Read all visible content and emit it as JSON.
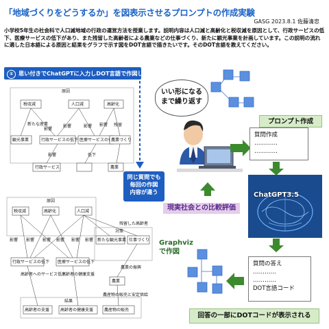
{
  "title": "「地域づくりをどうするか」を図表示させるプロンプトの作成実験",
  "author": "GASG  2023.8.1  佐藤清忠",
  "description": "小学校5年生の社会科で人口減地域の行政の運営方法を授業します。説明内容は人口減と高齢化と税収減を原因として、行政サービスの低下、医療サービスの低下があり、また残留した高齢者による農業などの仕事づくり、新たに観光事業を計画しています。この説明の流れに適した日本語による原因と結果をグラフで示す図をDOT言語で描きたいです。そのDOT言語を教えてください。",
  "example_label": "思い付きでChatGPTに入力しDOT言語で作図した例",
  "example_number": "①",
  "note_bubble": [
    "同じ質問でも",
    "毎回の作図",
    "内容が違う"
  ],
  "callout_repeat": [
    "いい形になる",
    "まで繰り返す"
  ],
  "prompt_create": "プロンプト作成",
  "question_box": {
    "title": "質問作成",
    "dots1": "…………",
    "dots2": "…………"
  },
  "chatgpt": "ChatGPT3.5",
  "answer_box": {
    "title": "質問の答え",
    "dots1": "…………",
    "dots2": "…………",
    "dot_code": "DOT言語コード"
  },
  "compare": "現実社会との比較評価",
  "graphviz": [
    "Graphviz",
    "で作図"
  ],
  "bottom_note": "回答の一部にDOTコードが表示される",
  "graph1": {
    "cluster_top": "原因",
    "causes": [
      "税収減",
      "人口減",
      "高齢化"
    ],
    "mids": [
      "観光事業",
      "行政サービスの低下",
      "医療サービスの低下",
      "農業づくり"
    ],
    "bottoms": [
      "行政サービス",
      "",
      "農業"
    ],
    "edges": [
      "新たな産業",
      "影響",
      "影響",
      "影響",
      "影響",
      "残留",
      "影響",
      "低下"
    ]
  },
  "graph2": {
    "cluster_top": "原因",
    "causes": [
      "税収減",
      "高齢化",
      "人口減"
    ],
    "right_cluster": "対策",
    "right_nodes": [
      "新たな観光事業",
      "仕事づくり"
    ],
    "mids": [
      "行政サービスの低下",
      "医療サービスの低下"
    ],
    "mid_right": "農業",
    "lower_labels": [
      "高齢者へのサービス低下",
      "高齢者の健康支援",
      "農業の振興"
    ],
    "result_cluster": "結果",
    "results": [
      "高齢者の支援",
      "高齢者の健康支援",
      "農産物の販売"
    ],
    "edges": [
      "影響",
      "影響",
      "影響",
      "影響",
      "影響",
      "影響",
      "残留した高齢者"
    ],
    "lower_note": "農産物の販売と安定供給"
  },
  "colors": {
    "title": "#1a63c6",
    "blue_label": "#1e5ec0",
    "green": "#d6ecc8",
    "pink": "#e4cde9",
    "arrow_green": "#3c8a2e",
    "navy": "#1a4b8f"
  }
}
